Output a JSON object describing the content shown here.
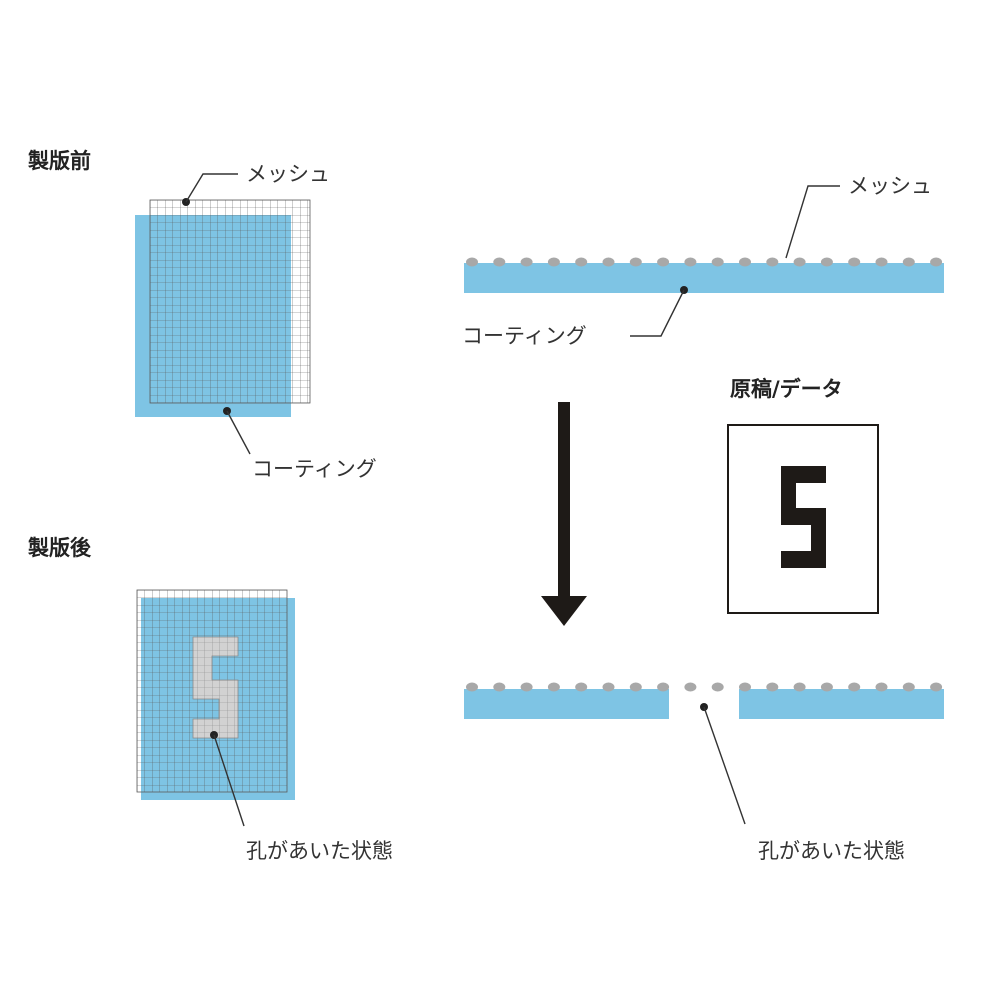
{
  "before": {
    "heading": "製版前",
    "mesh_label": "メッシュ",
    "coating_label": "コーティング"
  },
  "after": {
    "heading": "製版後",
    "hole_label": "孔があいた状態"
  },
  "cross_section": {
    "mesh_label": "メッシュ",
    "coating_label": "コーティング",
    "hole_label": "孔があいた状態"
  },
  "artwork": {
    "heading": "原稿/データ"
  },
  "colors": {
    "coating": "#7ec4e4",
    "mesh_line": "#5a5a5a",
    "mesh_dot": "#a8a8a8",
    "glyph": "#1e1a17",
    "arrow": "#1e1a17"
  },
  "icons": {
    "process_arrow": "down-arrow-icon",
    "artwork_glyph": "s-glyph-icon"
  }
}
